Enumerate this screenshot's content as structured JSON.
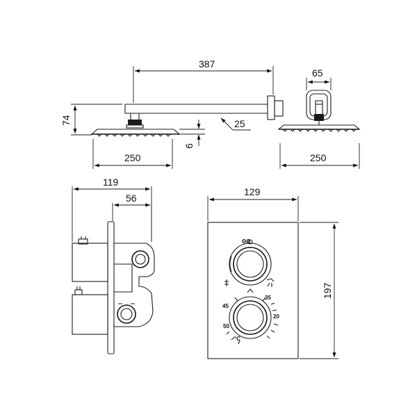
{
  "dimensions": {
    "arm_length": "387",
    "head_width_side": "65",
    "total_height": "74",
    "arm_diameter": "25",
    "head_thickness": "6",
    "head_width_front": "250",
    "head_width_plan": "250",
    "valve_depth": "119",
    "valve_projection": "56",
    "plate_width": "129",
    "plate_height": "197"
  },
  "scale_labels": {
    "t45": "45",
    "t35": "35",
    "t20": "20",
    "t50": "50",
    "unit": "°C"
  }
}
